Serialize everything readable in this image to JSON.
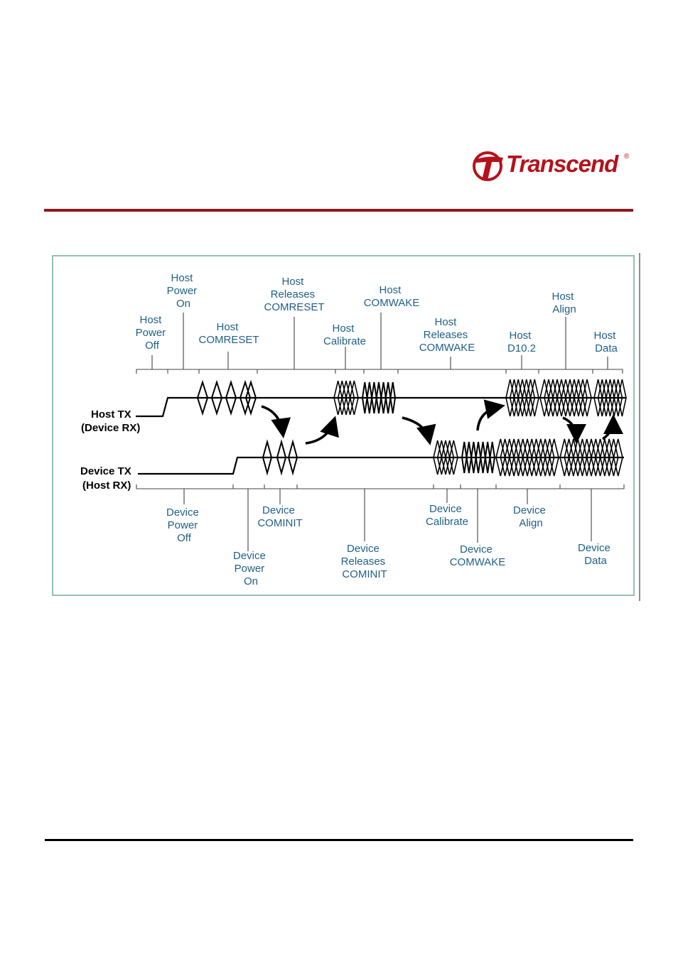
{
  "brand": {
    "name": "Transcend",
    "registered_mark": "®",
    "icon": "transcend-t-logo-icon",
    "color": "#b5121b"
  },
  "colors": {
    "header_rule": "#8b1a1f",
    "label_text": "#1f5f86",
    "frame": "#6fae97",
    "signal": "#000000",
    "footer_rule": "#000000"
  },
  "diagram": {
    "signals": {
      "host_tx": "Host TX",
      "host_tx_sub": "(Device RX)",
      "device_tx": "Device TX",
      "device_tx_sub": "(Host RX)"
    },
    "host_events": {
      "power_off": [
        "Host",
        "Power",
        "Off"
      ],
      "power_on": [
        "Host",
        "Power",
        "On"
      ],
      "comreset": [
        "Host",
        "COMRESET"
      ],
      "releases_comreset": [
        "Host",
        "Releases",
        "COMRESET"
      ],
      "calibrate": [
        "Host",
        "Calibrate"
      ],
      "comwake": [
        "Host",
        "COMWAKE"
      ],
      "releases_comwake": [
        "Host",
        "Releases",
        "COMWAKE"
      ],
      "d10_2": [
        "Host",
        "D10.2"
      ],
      "align": [
        "Host",
        "Align"
      ],
      "data": [
        "Host",
        "Data"
      ]
    },
    "device_events": {
      "power_off": [
        "Device",
        "Power",
        "Off"
      ],
      "power_on": [
        "Device",
        "Power",
        "On"
      ],
      "cominit": [
        "Device",
        "COMINIT"
      ],
      "releases_cominit": [
        "Device",
        "Releases",
        "COMINIT"
      ],
      "calibrate": [
        "Device",
        "Calibrate"
      ],
      "comwake": [
        "Device",
        "COMWAKE"
      ],
      "align": [
        "Device",
        "Align"
      ],
      "data": [
        "Device",
        "Data"
      ]
    }
  }
}
